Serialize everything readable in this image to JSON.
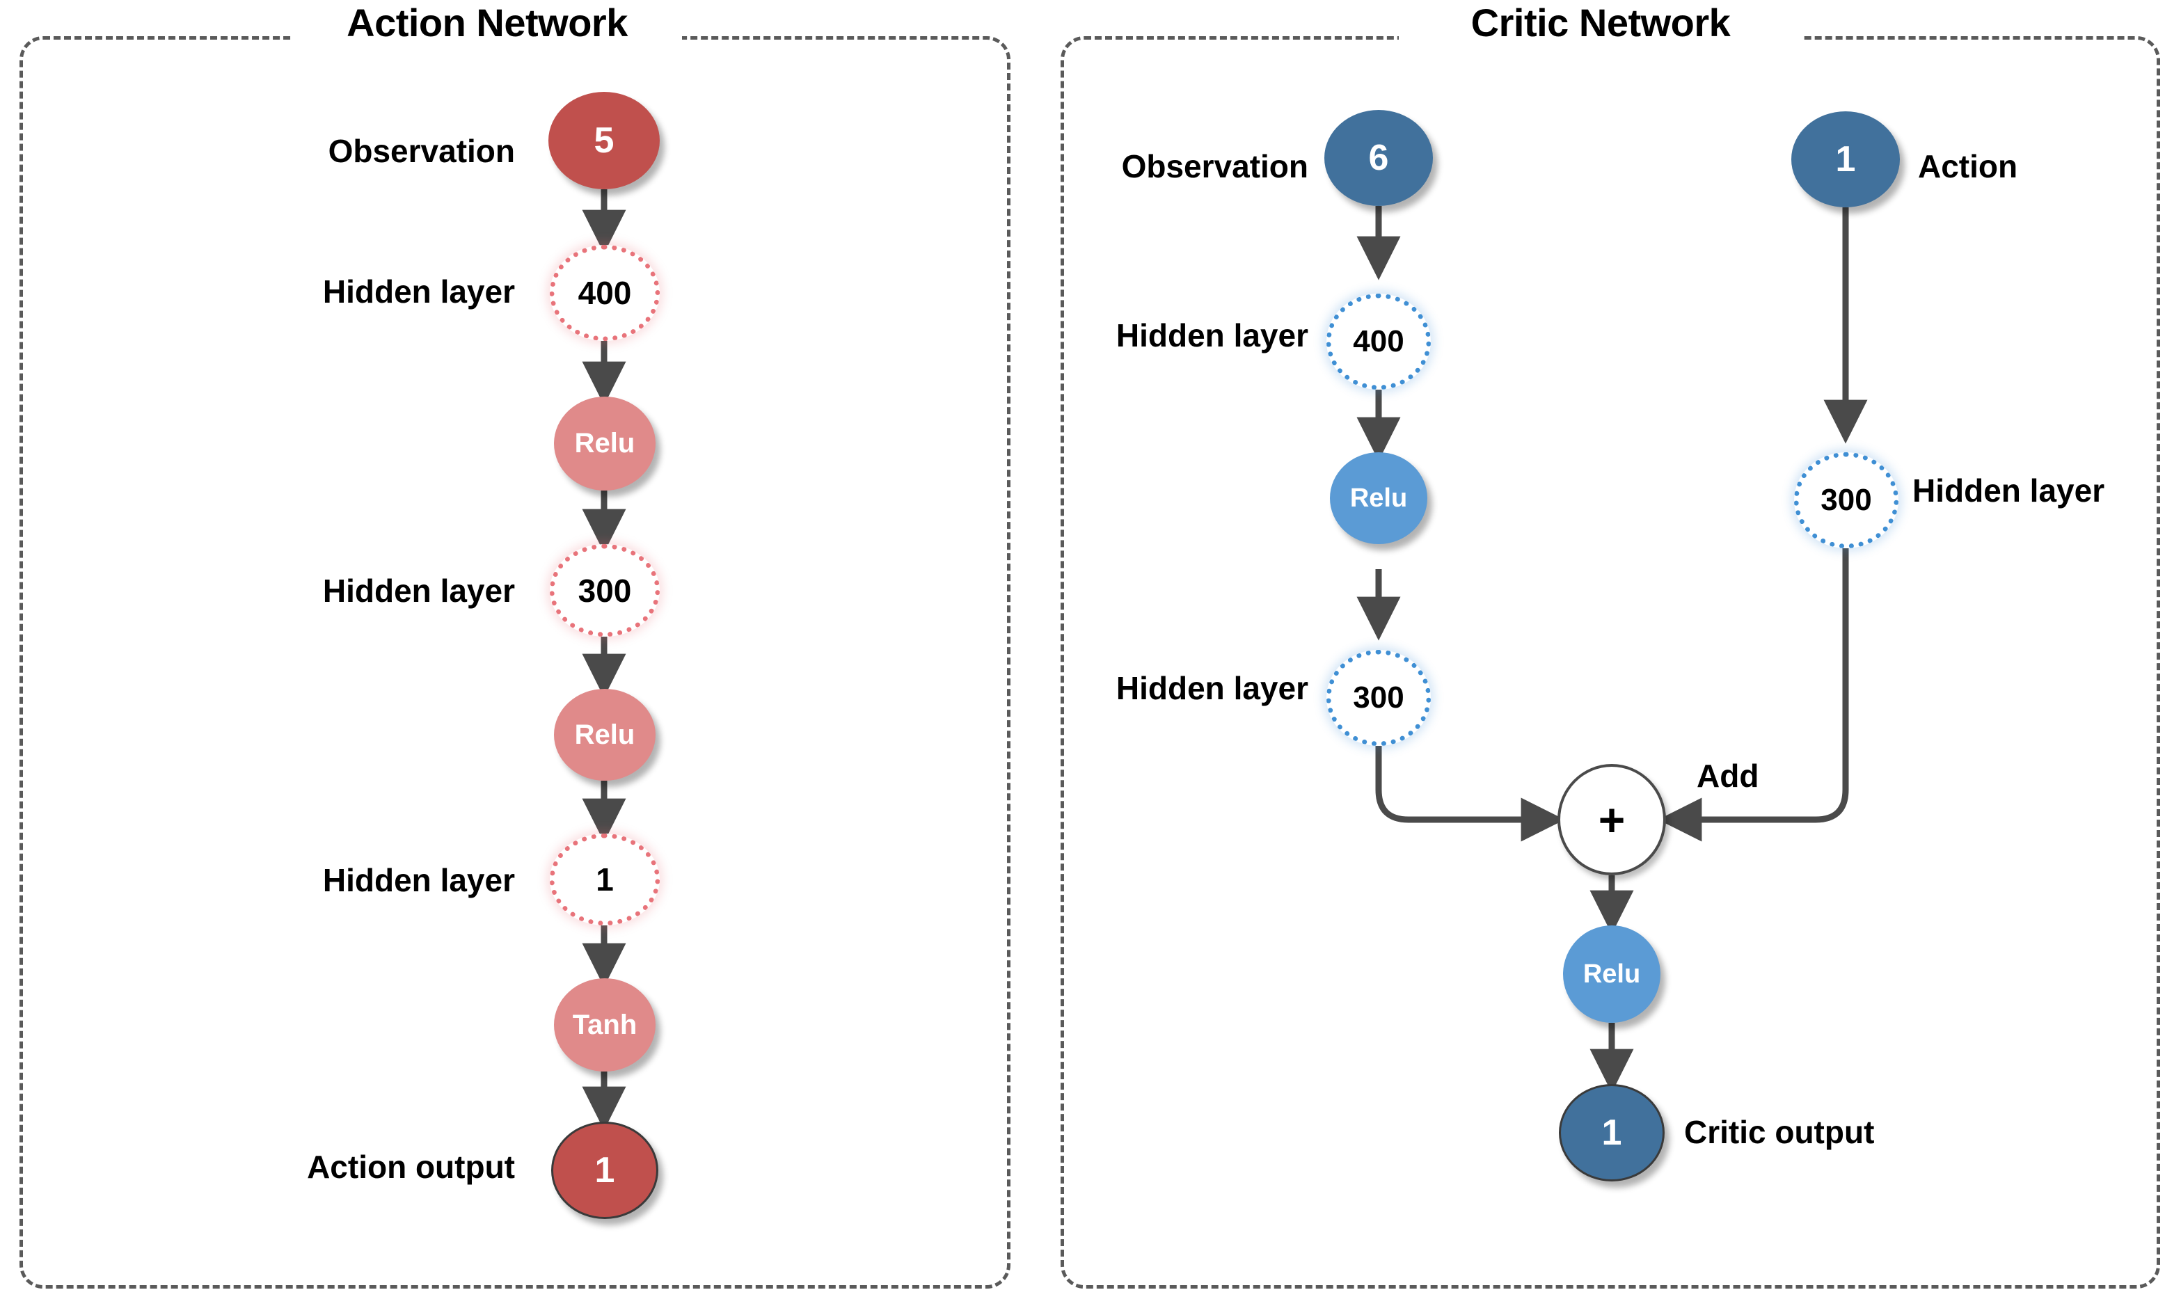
{
  "panels": {
    "action": {
      "title": "Action Network",
      "nodes": [
        {
          "id": "obs",
          "label": "5",
          "kind": "solid-red-dark",
          "side_label": "Observation"
        },
        {
          "id": "h400",
          "label": "400",
          "kind": "dotted-red",
          "side_label": "Hidden layer"
        },
        {
          "id": "relu1",
          "label": "Relu",
          "kind": "solid-red-light",
          "side_label": ""
        },
        {
          "id": "h300",
          "label": "300",
          "kind": "dotted-red",
          "side_label": "Hidden layer"
        },
        {
          "id": "relu2",
          "label": "Relu",
          "kind": "solid-red-light",
          "side_label": ""
        },
        {
          "id": "h1",
          "label": "1",
          "kind": "dotted-red",
          "side_label": "Hidden layer"
        },
        {
          "id": "tanh",
          "label": "Tanh",
          "kind": "solid-red-light",
          "side_label": ""
        },
        {
          "id": "out",
          "label": "1",
          "kind": "solid-red-dark",
          "side_label": "Action output"
        }
      ]
    },
    "critic": {
      "title": "Critic Network",
      "nodes": [
        {
          "id": "obs",
          "label": "6",
          "kind": "solid-blue-dark",
          "side_label": "Observation"
        },
        {
          "id": "h400",
          "label": "400",
          "kind": "dotted-blue",
          "side_label": "Hidden layer"
        },
        {
          "id": "relu1",
          "label": "Relu",
          "kind": "solid-blue-light",
          "side_label": ""
        },
        {
          "id": "h300",
          "label": "300",
          "kind": "dotted-blue",
          "side_label": "Hidden layer"
        },
        {
          "id": "action",
          "label": "1",
          "kind": "solid-blue-dark",
          "side_label": "Action"
        },
        {
          "id": "h300r",
          "label": "300",
          "kind": "dotted-blue",
          "side_label": "Hidden layer"
        },
        {
          "id": "add",
          "label": "+",
          "kind": "plus",
          "side_label": "Add"
        },
        {
          "id": "relu2",
          "label": "Relu",
          "kind": "solid-blue-light",
          "side_label": ""
        },
        {
          "id": "out",
          "label": "1",
          "kind": "solid-blue-dark",
          "side_label": "Critic output"
        }
      ]
    }
  },
  "colors": {
    "red_dark": "#c0504d",
    "red_light": "#e08a8a",
    "red_dot": "#e8737a",
    "blue_dark": "#41719c",
    "blue_light": "#5b9bd5",
    "blue_dot": "#3f8fd4",
    "arrow": "#4a4a4a",
    "panel_border": "#5a5a5a",
    "text": "#000000"
  }
}
